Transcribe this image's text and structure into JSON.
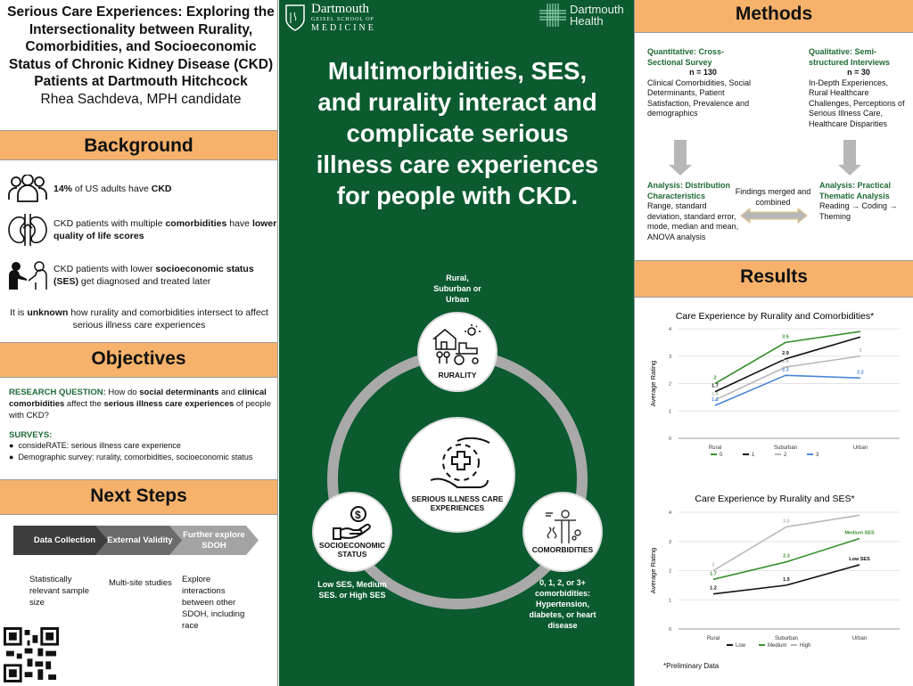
{
  "title": {
    "main": "Serious Care Experiences: Exploring the Intersectionality between Rurality, Comorbidities, and Socioeconomic Status of Chronic Kidney Disease (CKD) Patients at Dartmouth Hitchcock",
    "author": "Rhea Sachdeva, MPH candidate"
  },
  "background": {
    "heading": "Background",
    "item1": [
      "14%",
      " of US adults have ",
      "CKD"
    ],
    "item2": [
      "CKD patients with multiple ",
      "comorbidities",
      " have ",
      "lower quality of life scores"
    ],
    "item3": [
      "CKD patients with lower ",
      "socioeconomic status (SES)",
      " get diagnosed and treated later"
    ],
    "unknown": [
      "It is ",
      "unknown",
      " how rurality and comorbidities intersect to affect serious illness care experiences"
    ]
  },
  "objectives": {
    "heading": "Objectives",
    "rq": [
      "RESEARCH QUESTION:",
      " How do ",
      "social determinants",
      " and ",
      "clinical comorbidities",
      " affect the ",
      "serious illness care experiences",
      " of people with CKD?"
    ],
    "surveys_label": "SURVEYS:",
    "surveys": [
      "consideRATE: serious illness care experience",
      "Demographic survey: rurality, comorbidities, socioeconomic status"
    ]
  },
  "next_steps": {
    "heading": "Next Steps",
    "steps": [
      {
        "label": "Data Collection",
        "desc": "Statistically relevant sample size"
      },
      {
        "label": "External Validity",
        "desc": "Multi-site studies"
      },
      {
        "label": "Further explore SDOH",
        "desc": "Explore interactions between other SDOH, including race"
      }
    ]
  },
  "center": {
    "logo_left": {
      "name": "Dartmouth",
      "sub1": "GEISEL SCHOOL OF",
      "sub2": "MEDICINE"
    },
    "logo_right": {
      "name": "Dartmouth",
      "sub": "Health"
    },
    "headline": "Multimorbidities, SES, and rurality interact and complicate serious illness care experiences for people with CKD.",
    "rurality": {
      "label": "RURALITY",
      "note": "Rural, Suburban or Urban"
    },
    "core": {
      "label": "SERIOUS ILLNESS CARE EXPERIENCES"
    },
    "ses": {
      "label": "SOCIOECONOMIC STATUS",
      "note": "Low SES, Medium SES. or High SES"
    },
    "comorbidities": {
      "label": "COMORBIDITIES",
      "note": "0, 1, 2, or 3+ comorbidities: Hypertension, diabetes, or heart disease"
    }
  },
  "methods": {
    "heading": "Methods",
    "quant": {
      "title": "Quantitative: Cross-Sectional Survey",
      "n": "n = 130",
      "desc": "Clinical Comorbidities, Social Determinants, Patient Satisfaction, Prevalence and demographics"
    },
    "qual": {
      "title": "Qualitative: Semi-structured Interviews",
      "n": "n = 30",
      "desc": "In-Depth Experiences, Rural Healthcare Challenges, Perceptions of Serious Illness Care, Healthcare Disparities"
    },
    "analysis_quant": {
      "title": "Analysis: Distribution Characteristics",
      "desc": "Range, standard deviation, standard error, mode, median and mean, ANOVA analysis"
    },
    "analysis_qual": {
      "title": "Analysis: Practical Thematic Analysis",
      "desc": "Reading → Coding → Theming"
    },
    "merge": "Findings merged and combined"
  },
  "results": {
    "heading": "Results",
    "footnote": "*Preliminary Data"
  },
  "chart_data": [
    {
      "type": "line",
      "title": "Care Experience by Rurality and Comorbidities*",
      "xlabel": "",
      "ylabel": "Average Rating",
      "categories": [
        "Rural",
        "Suburban",
        "Urban"
      ],
      "ylim": [
        0,
        4
      ],
      "yticks": [
        "0",
        "1",
        "2",
        "3",
        "4"
      ],
      "grid": true,
      "legend": "bottom",
      "series": [
        {
          "name": "0",
          "color": "#38902f",
          "values": [
            2,
            3.5,
            3.9
          ],
          "labels": [
            "2",
            "3.5",
            null
          ]
        },
        {
          "name": "1",
          "color": "#111111",
          "values": [
            1.7,
            2.9,
            3.7
          ],
          "labels": [
            "1.7",
            "2.9",
            null
          ]
        },
        {
          "name": "2",
          "color": "#b7b7b7",
          "values": [
            1.4,
            2.6,
            3
          ],
          "labels": [
            "1.4",
            "2.6",
            "3"
          ]
        },
        {
          "name": "3",
          "color": "#4a86d8",
          "values": [
            1.2,
            2.3,
            2.2
          ],
          "labels": [
            "1.2",
            "2.3",
            "2.2"
          ]
        }
      ]
    },
    {
      "type": "line",
      "title": "Care Experience by Rurality and SES*",
      "xlabel": "",
      "ylabel": "Average Rating",
      "categories": [
        "Rural",
        "Suburban",
        "Urban"
      ],
      "ylim": [
        0,
        4
      ],
      "yticks": [
        "0",
        "1",
        "2",
        "3",
        "4"
      ],
      "grid": true,
      "legend": "bottom",
      "series": [
        {
          "name": "Low",
          "color": "#111111",
          "values": [
            1.2,
            1.5,
            2.2
          ],
          "labels": [
            "1.2",
            "1.5",
            "Low SES"
          ]
        },
        {
          "name": "Medium",
          "color": "#38902f",
          "values": [
            1.7,
            2.3,
            3.1
          ],
          "labels": [
            "1.7",
            "2.3",
            "Medium SES"
          ]
        },
        {
          "name": "High",
          "color": "#b7b7b7",
          "values": [
            2,
            3.5,
            3.9
          ],
          "labels": [
            "2",
            "3.5",
            null
          ]
        }
      ]
    }
  ]
}
